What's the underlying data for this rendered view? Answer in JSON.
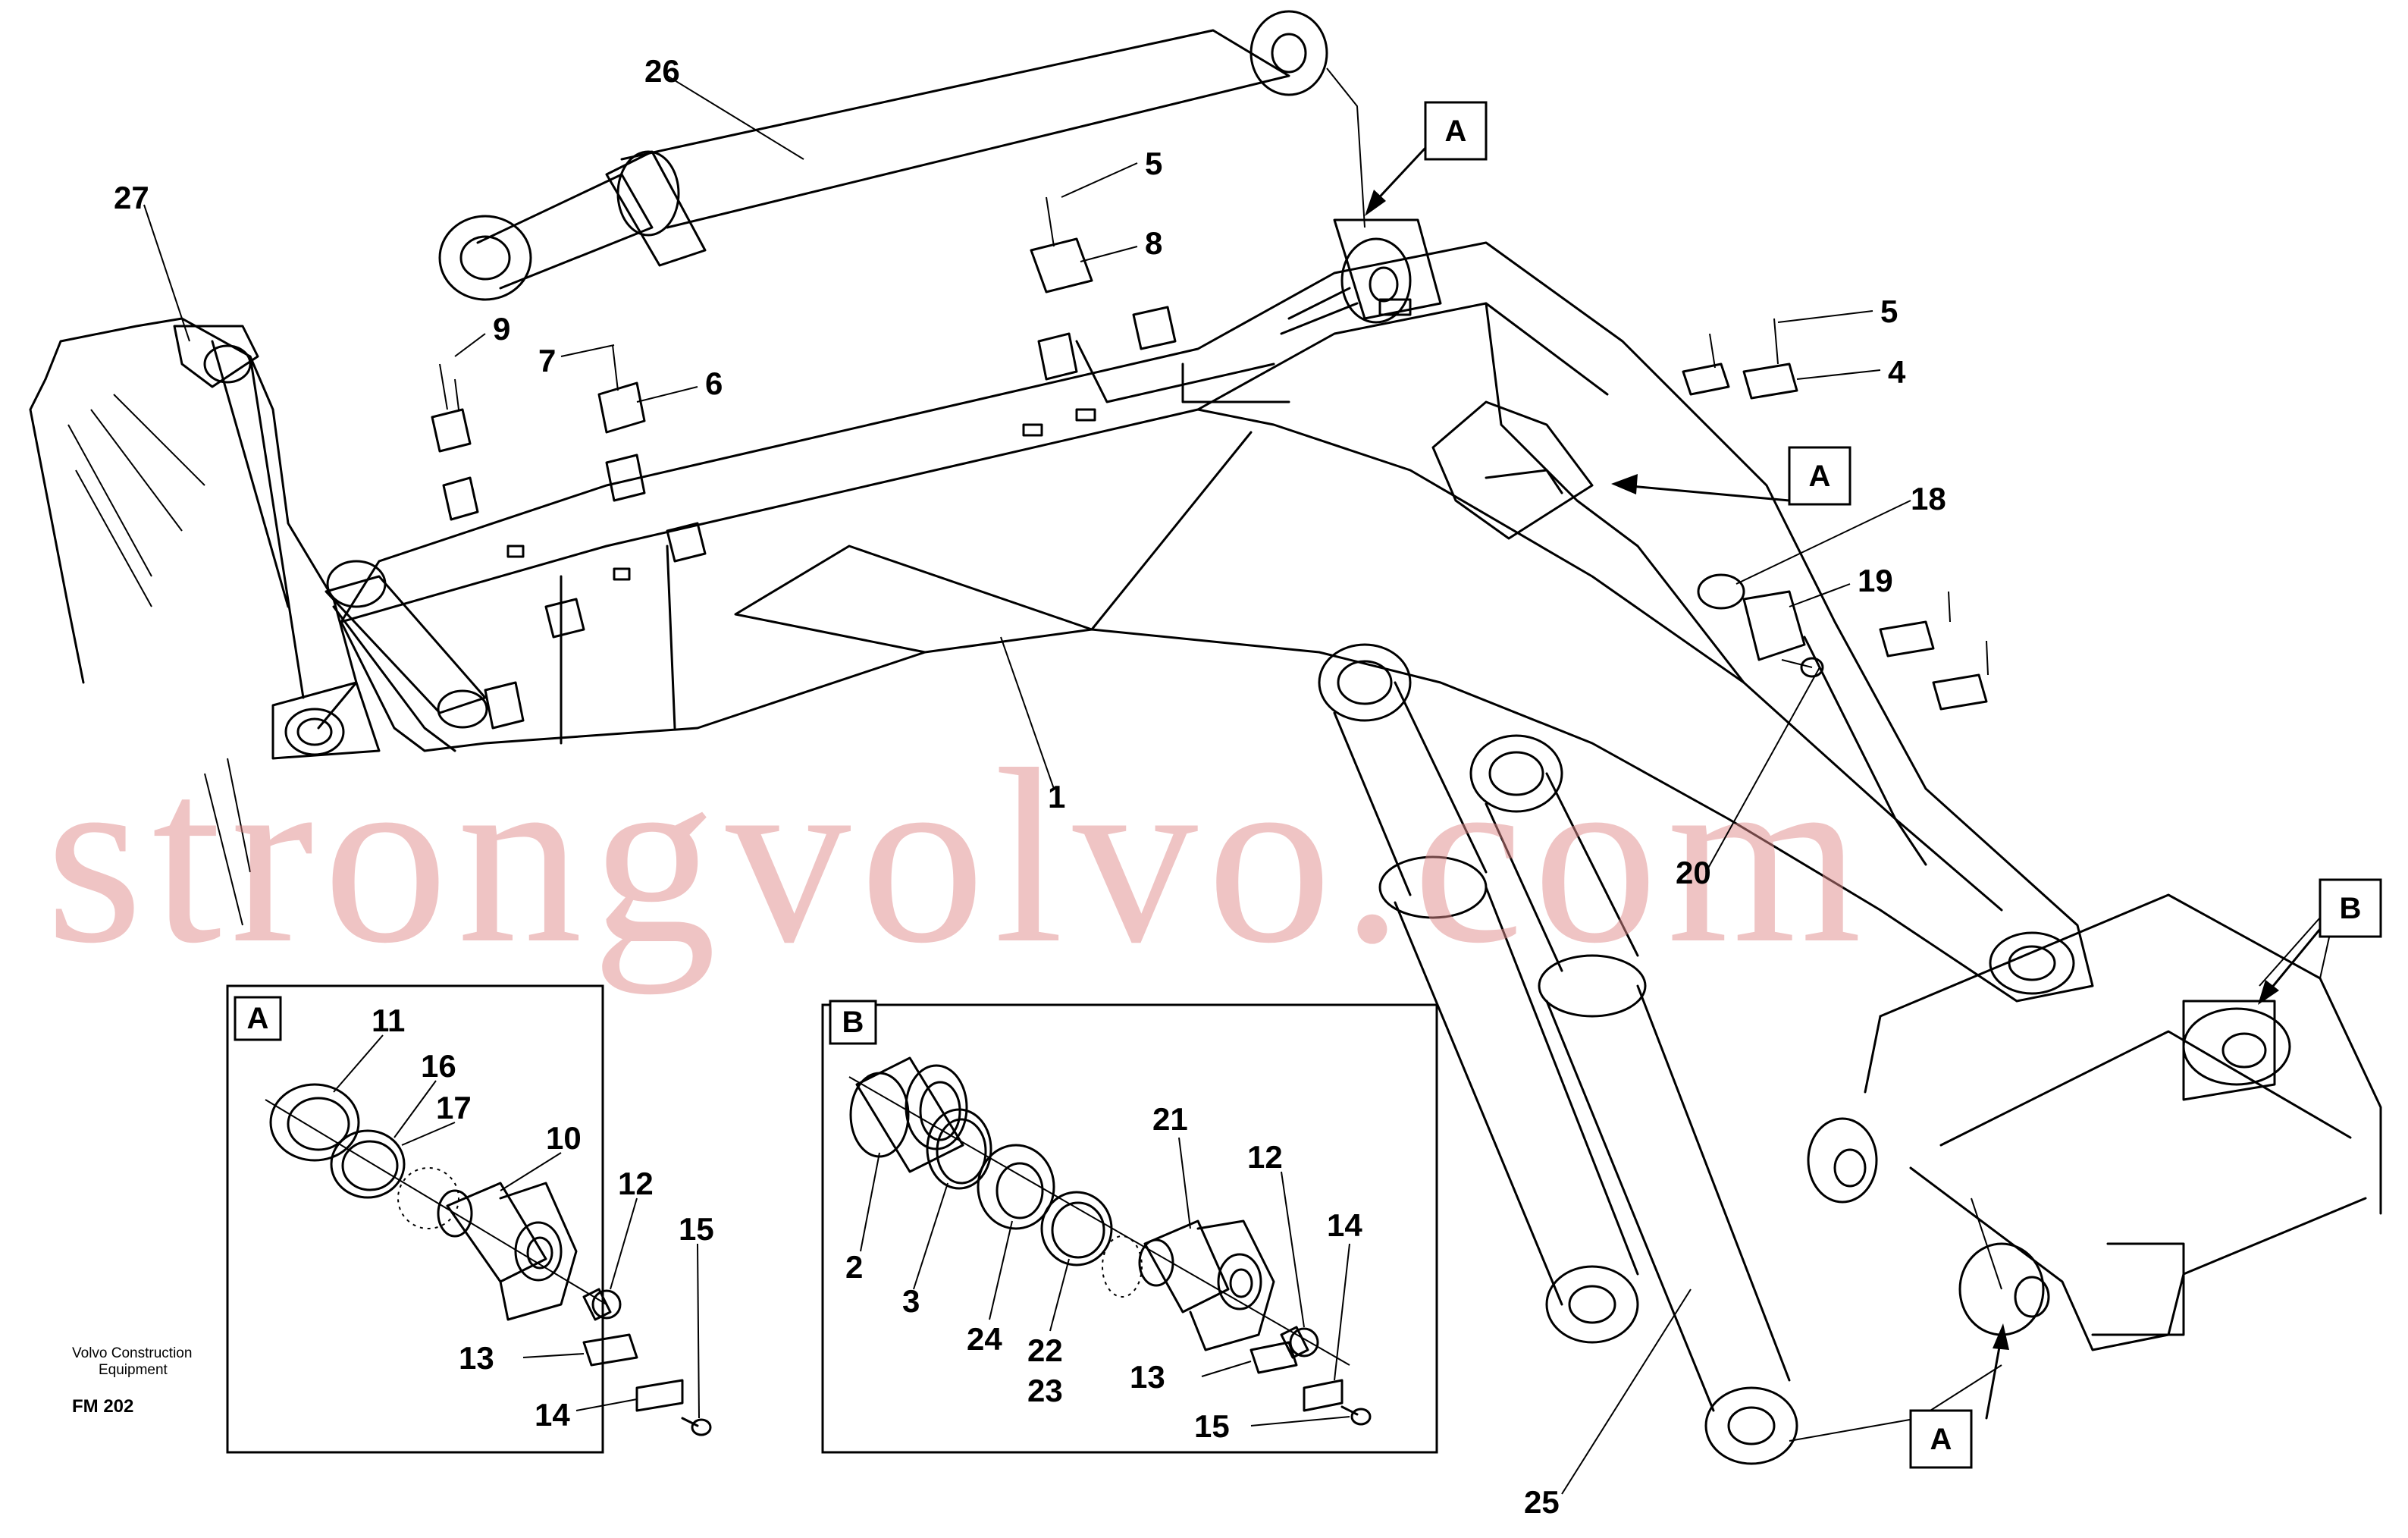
{
  "labels": {
    "l26": "26",
    "l27": "27",
    "l5a": "5",
    "l8": "8",
    "l9": "9",
    "l7": "7",
    "l6": "6",
    "l5b": "5",
    "l4": "4",
    "l18": "18",
    "l19": "19",
    "l20": "20",
    "l1": "1",
    "l25": "25",
    "dA_11": "11",
    "dA_16": "16",
    "dA_17": "17",
    "dA_10": "10",
    "dA_12": "12",
    "dA_15": "15",
    "dA_13": "13",
    "dA_14": "14",
    "dB_21": "21",
    "dB_12": "12",
    "dB_14": "14",
    "dB_2": "2",
    "dB_3": "3",
    "dB_24": "24",
    "dB_22": "22",
    "dB_23": "23",
    "dB_13": "13",
    "dB_15": "15"
  },
  "callouts": {
    "a1": "A",
    "a2": "A",
    "a3": "A",
    "b1": "B",
    "detail_a": "A",
    "detail_b": "B"
  },
  "footer": {
    "company_line1": "Volvo Construction",
    "company_line2": "Equipment",
    "code": "FM 202"
  },
  "watermark": "strongvolvo.com"
}
